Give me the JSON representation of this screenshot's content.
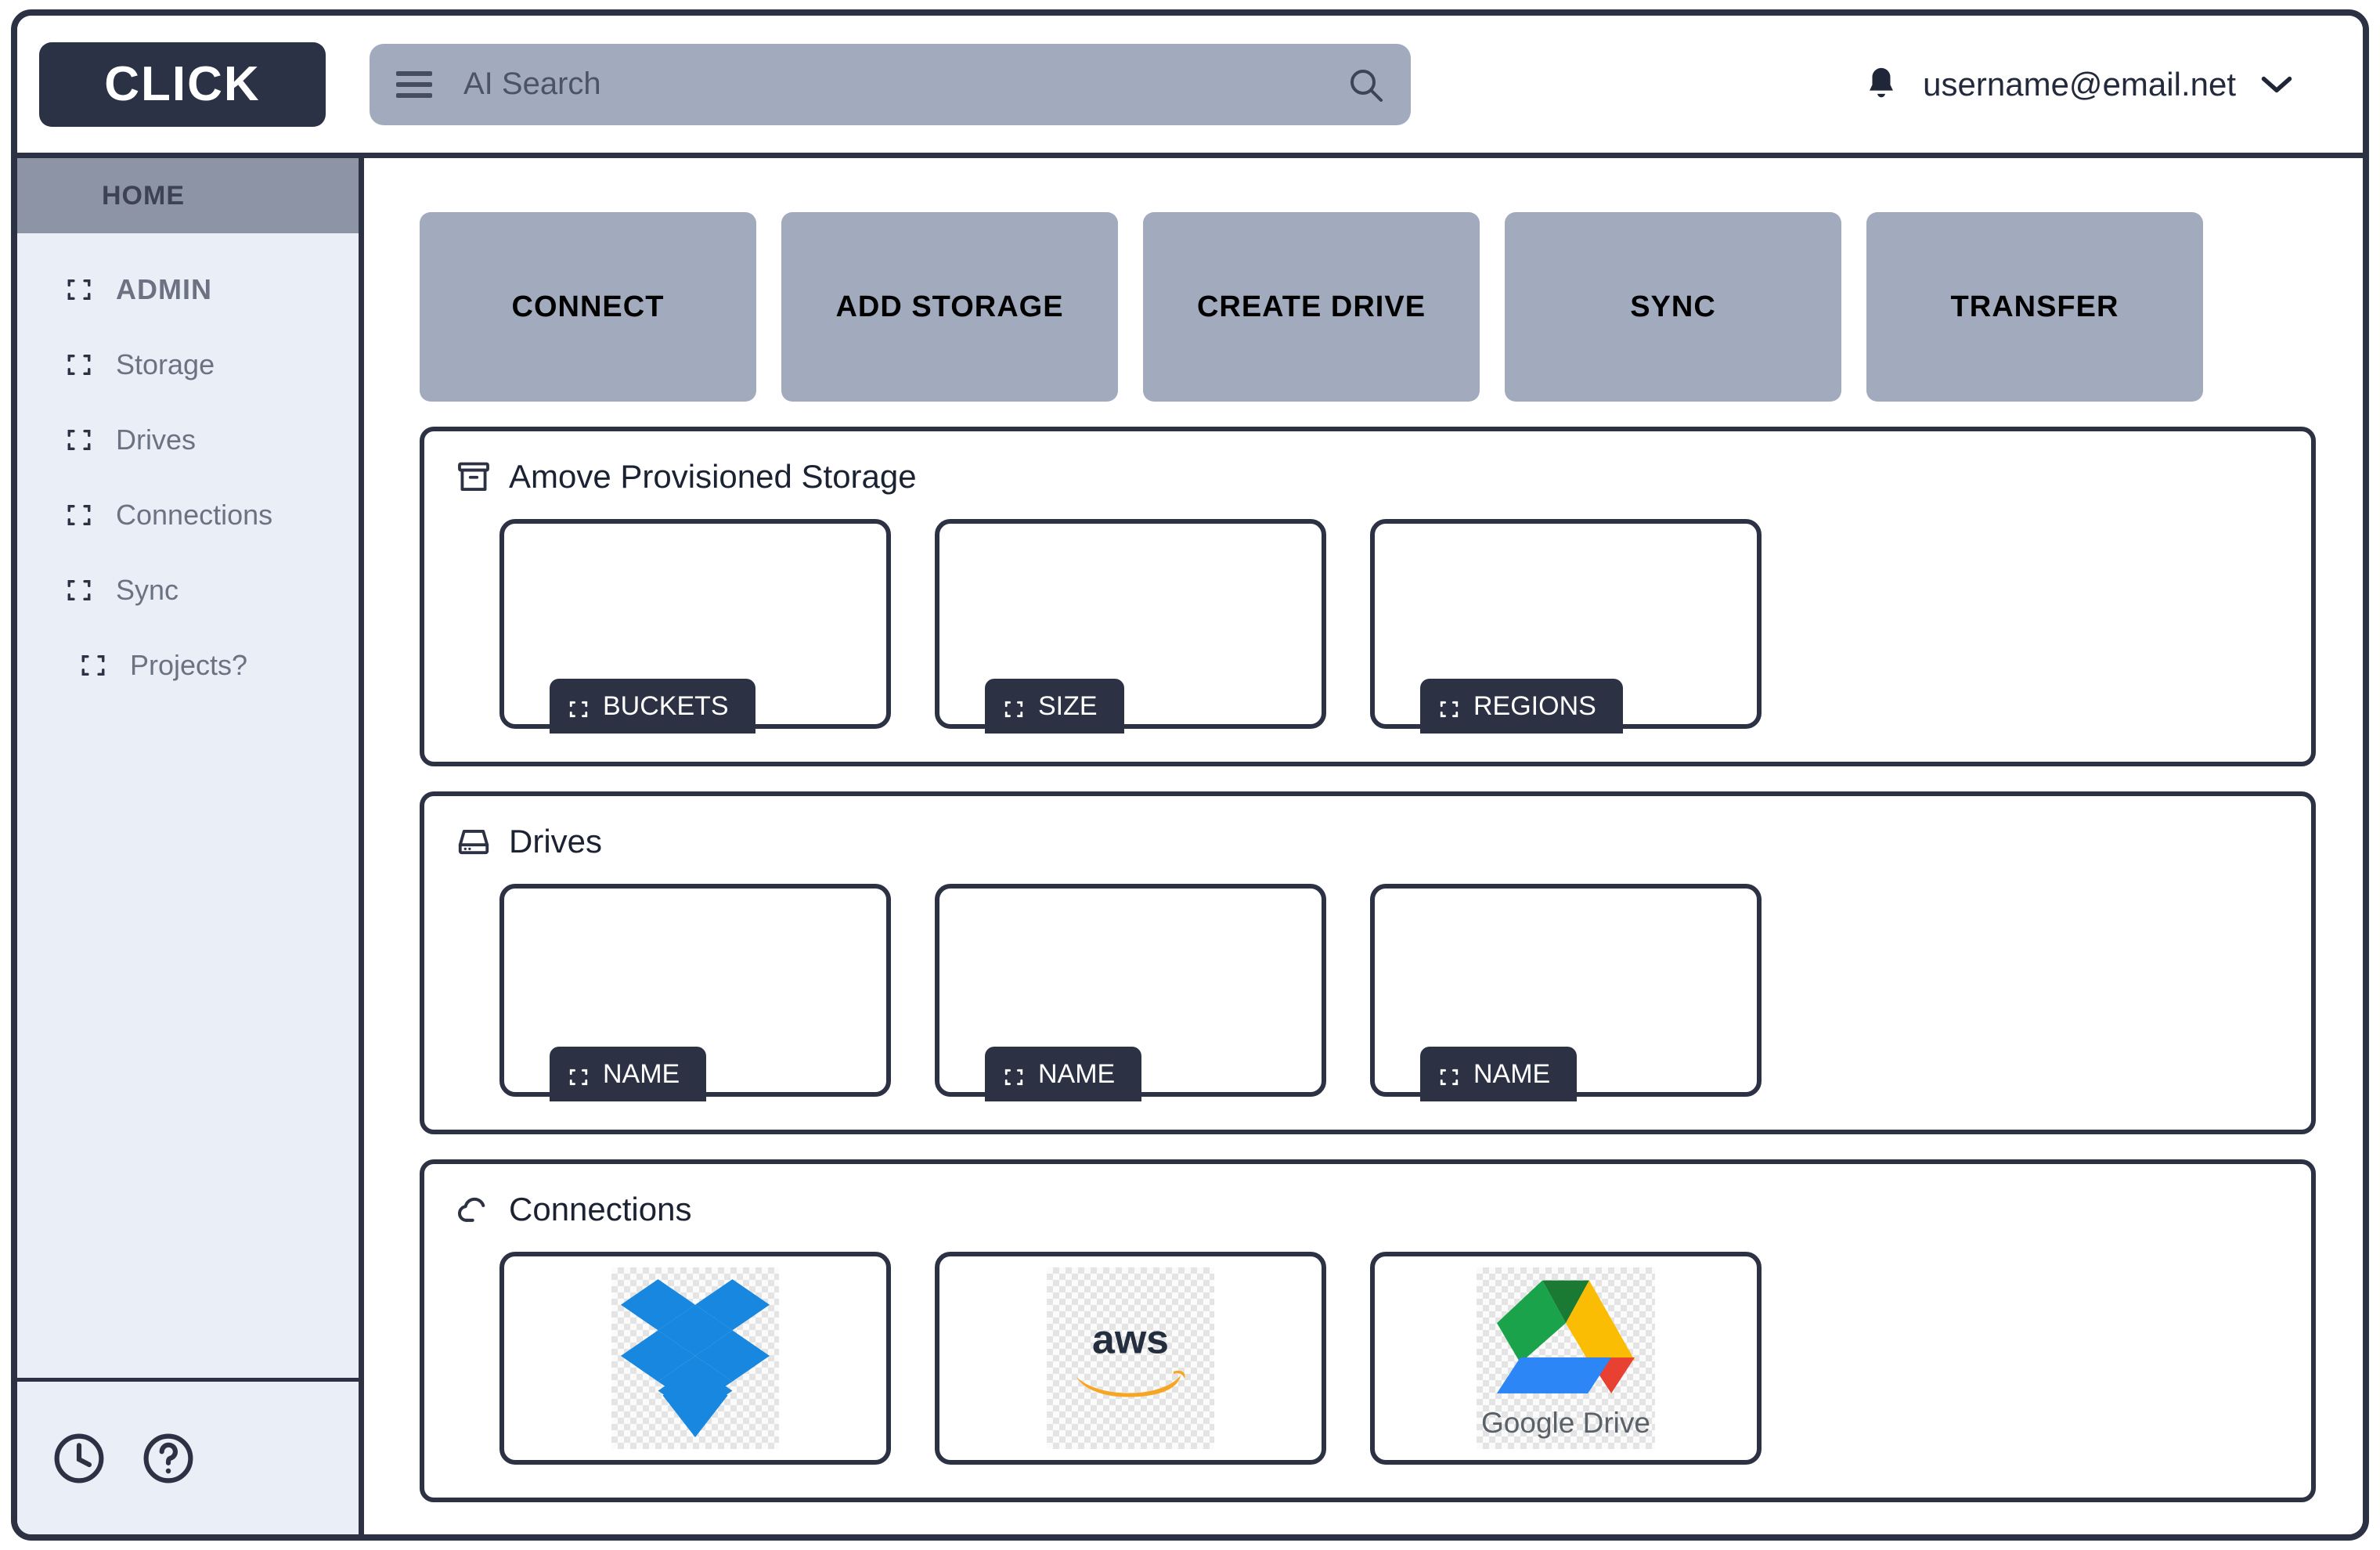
{
  "app": {
    "logo_text": "CLICK",
    "accent_dark": "#2c3244",
    "accent_gray": "#a2abbe",
    "sidebar_bg": "#eaeef7"
  },
  "header": {
    "search": {
      "placeholder": "AI Search",
      "menu_icon": "hamburger-icon",
      "search_icon": "search-icon"
    },
    "notifications_icon": "bell-icon",
    "user_email": "username@email.net",
    "user_menu_icon": "chevron-down-icon"
  },
  "sidebar": {
    "active_label": "HOME",
    "items": [
      {
        "label": "ADMIN",
        "icon": "bracket-icon"
      },
      {
        "label": "Storage",
        "icon": "bracket-icon"
      },
      {
        "label": "Drives",
        "icon": "bracket-icon"
      },
      {
        "label": "Connections",
        "icon": "bracket-icon"
      },
      {
        "label": "Sync",
        "icon": "bracket-icon"
      },
      {
        "label": "Projects?",
        "icon": "bracket-icon"
      }
    ],
    "footer": [
      {
        "icon": "clock-icon"
      },
      {
        "icon": "help-circle-icon"
      }
    ]
  },
  "main": {
    "actions": [
      {
        "label": "CONNECT"
      },
      {
        "label": "ADD STORAGE"
      },
      {
        "label": "CREATE DRIVE"
      },
      {
        "label": "SYNC"
      },
      {
        "label": "TRANSFER"
      }
    ],
    "panels": [
      {
        "title": "Amove Provisioned Storage",
        "icon": "archive-box-icon",
        "cards": [
          {
            "badge": "BUCKETS",
            "badge_icon": "bracket-icon"
          },
          {
            "badge": "SIZE",
            "badge_icon": "bracket-icon"
          },
          {
            "badge": "REGIONS",
            "badge_icon": "bracket-icon"
          }
        ]
      },
      {
        "title": "Drives",
        "icon": "hard-drive-icon",
        "cards": [
          {
            "badge": "NAME",
            "badge_icon": "bracket-icon"
          },
          {
            "badge": "NAME",
            "badge_icon": "bracket-icon"
          },
          {
            "badge": "NAME",
            "badge_icon": "bracket-icon"
          }
        ]
      },
      {
        "title": "Connections",
        "icon": "cloud-icon",
        "logos": [
          {
            "name": "dropbox-logo",
            "label": ""
          },
          {
            "name": "aws-logo",
            "label": "aws"
          },
          {
            "name": "google-drive-logo",
            "label": "Google Drive"
          }
        ]
      }
    ]
  }
}
